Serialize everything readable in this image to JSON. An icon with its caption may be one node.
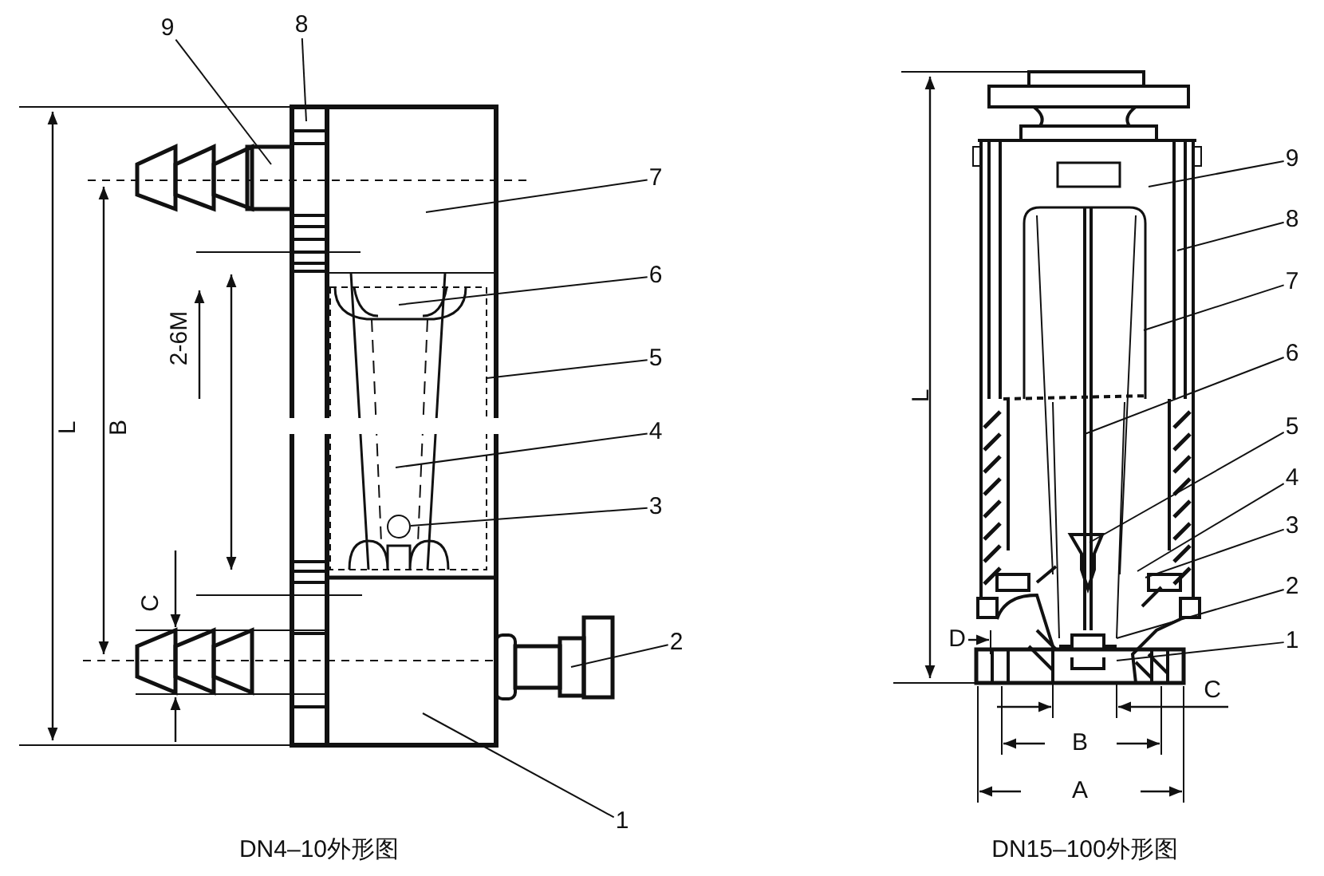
{
  "diagram": {
    "nodes": [
      {
        "text": [
          "9"
        ]
      },
      {
        "text": [
          "8"
        ]
      },
      {
        "text": [
          "7"
        ]
      },
      {
        "text": [
          "6"
        ]
      },
      {
        "text": [
          "5"
        ]
      },
      {
        "text": [
          "4"
        ]
      },
      {
        "text": [
          "3"
        ]
      },
      {
        "text": [
          "2"
        ]
      },
      {
        "text": [
          "1"
        ]
      },
      {
        "text": [
          "9"
        ]
      },
      {
        "text": [
          "8"
        ]
      },
      {
        "text": [
          "7"
        ]
      },
      {
        "text": [
          "6"
        ]
      },
      {
        "text": [
          "5"
        ]
      },
      {
        "text": [
          "4"
        ]
      },
      {
        "text": [
          "3"
        ]
      },
      {
        "text": [
          "2"
        ]
      },
      {
        "text": [
          "1"
        ]
      },
      {
        "text": [],
        "shape": "circle"
      }
    ],
    "edges": [
      {
        "from": 0,
        "to": null,
        "arrow": "none"
      },
      {
        "from": 1,
        "to": null,
        "arrow": "none"
      },
      {
        "from": 2,
        "to": null,
        "arrow": "none"
      },
      {
        "from": 3,
        "to": null,
        "arrow": "none"
      },
      {
        "from": 4,
        "to": null,
        "arrow": "none"
      },
      {
        "from": 5,
        "to": null,
        "arrow": "none"
      },
      {
        "from": 6,
        "to": 18,
        "arrow": "none"
      },
      {
        "from": 7,
        "to": null,
        "arrow": "none"
      },
      {
        "from": 8,
        "to": null,
        "arrow": "none"
      },
      {
        "from": 9,
        "to": null,
        "arrow": "none"
      },
      {
        "from": 10,
        "to": null,
        "arrow": "none"
      },
      {
        "from": 11,
        "to": null,
        "arrow": "none"
      },
      {
        "from": 12,
        "to": null,
        "arrow": "none"
      },
      {
        "from": 13,
        "to": null,
        "arrow": "none"
      },
      {
        "from": 14,
        "to": null,
        "arrow": "none"
      },
      {
        "from": 15,
        "to": null,
        "arrow": "none"
      },
      {
        "from": 16,
        "to": null,
        "arrow": "none"
      },
      {
        "from": 17,
        "to": null,
        "arrow": "none"
      }
    ],
    "labels": [
      "L",
      "B",
      "2-6M",
      "C",
      "L",
      "D",
      "C",
      "B",
      "A",
      "DN4–10外形图",
      "DN15–100外形图"
    ]
  }
}
